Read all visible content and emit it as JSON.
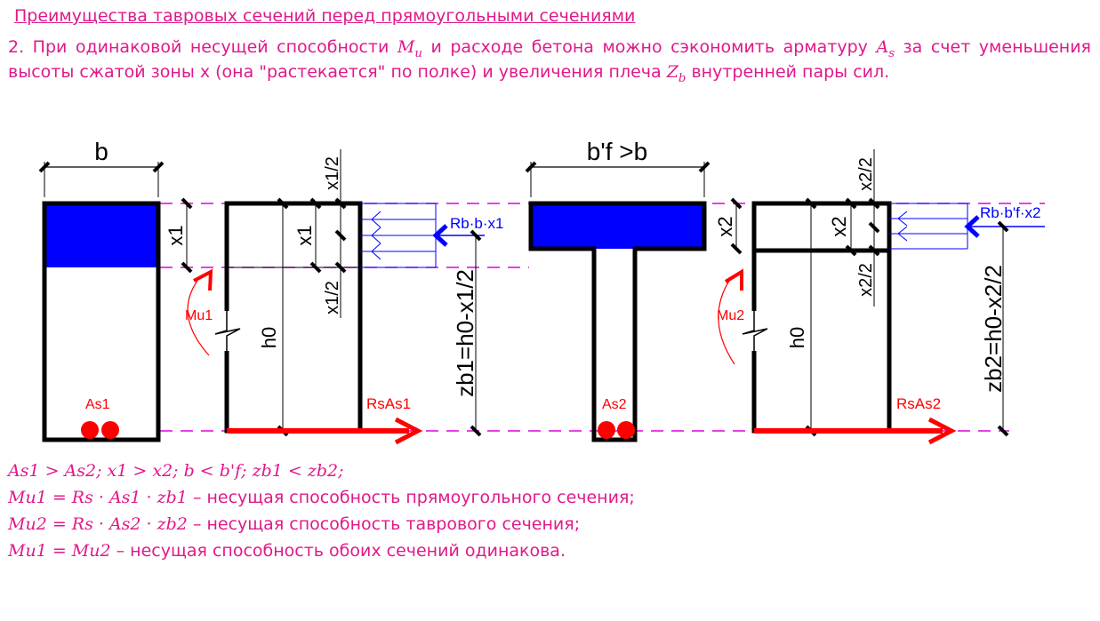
{
  "title": "Преимущества тавровых сечений перед прямоугольными сечениями",
  "intro": {
    "part1": "2. При одинаковой несущей способности ",
    "mu_sym": "M",
    "mu_sub": "u",
    "part2": " и расходе бетона можно сэкономить арматуру ",
    "as_sym": "A",
    "as_sub": "s",
    "part3": " за счет уменьшения высоты сжатой зоны x (она \"растекается\" по полке) и увеличения плеча ",
    "zb_sym": "Z",
    "zb_sub": "b",
    "part4": " внутренней пары сил."
  },
  "diagram": {
    "rect": {
      "width_label": "b",
      "x1_label": "x1",
      "x1_half_label": "x1/2",
      "force_label": "Rb·b·x1",
      "moment_label": "Mu1",
      "h0_label": "h0",
      "rebar_label": "As1",
      "tension_label": "RsAs1",
      "lever_label": "zb1=h0-x1/2"
    },
    "tee": {
      "width_label": "b'f >b",
      "x2_label": "x2",
      "x2_half_label": "x2/2",
      "force_label": "Rb·b'f·x2",
      "moment_label": "Mu2",
      "h0_label": "h0",
      "rebar_label": "As2",
      "tension_label": "RsAs2",
      "lever_label": "zb2=h0-x2/2"
    }
  },
  "formulas": {
    "line1": "As1 > As2;  x1 > x2;  b < b'f;   zb1 < zb2;",
    "line2_math": "Mu1 = Rs · As1 · zb1",
    "line2_text": " – несущая способность прямоугольного сечения;",
    "line3_math": "Mu2 = Rs · As2 · zb2",
    "line3_text": " – несущая способность таврового сечения;",
    "line4_math": "Mu1 = Mu2",
    "line4_text": " – несущая способность обоих сечений одинакова."
  },
  "colors": {
    "text": "#e0198a",
    "compression_zone": "#0000ff",
    "tension": "#ff0000",
    "guide": "#e000e0"
  }
}
